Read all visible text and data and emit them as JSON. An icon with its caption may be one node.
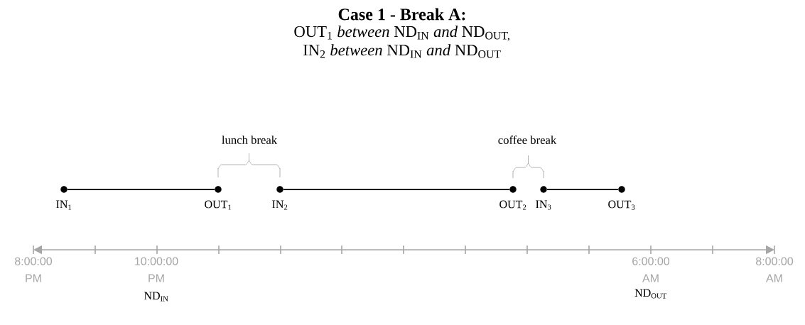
{
  "diagram": {
    "title": "Case 1 - Break A:",
    "nodes": [
      {
        "text": [],
        "shape": "circle",
        "beside": [
          "IN$_{1}$"
        ]
      },
      {
        "text": [],
        "shape": "circle",
        "beside": [
          "OUT$_{1}$"
        ]
      },
      {
        "text": [],
        "shape": "circle",
        "beside": [
          "IN$_{2}$"
        ]
      },
      {
        "text": [],
        "shape": "circle",
        "beside": [
          "OUT$_{2}$"
        ]
      },
      {
        "text": [],
        "shape": "circle",
        "beside": [
          "IN$_{3}$"
        ]
      },
      {
        "text": [],
        "shape": "circle",
        "beside": [
          "OUT$_{3}$"
        ]
      }
    ],
    "edges": [
      {
        "from": 0,
        "to": 1,
        "arrow": "none"
      },
      {
        "from": 2,
        "to": 3,
        "arrow": "none"
      },
      {
        "from": 4,
        "to": 5,
        "arrow": "none"
      }
    ],
    "labels": [
      "OUT$_{1}$ *between* ND$_{IN}$ *and* ND$_{OUT,}$",
      "IN$_{2}$ *between* ND$_{IN}$ *and* ND$_{OUT}$",
      "lunch break",
      "coffee break",
      "8:00:00 PM",
      "10:00:00 PM",
      "6:00:00 AM",
      "8:00:00 AM",
      "ND$_{IN}$",
      "ND$_{OUT}$"
    ]
  }
}
